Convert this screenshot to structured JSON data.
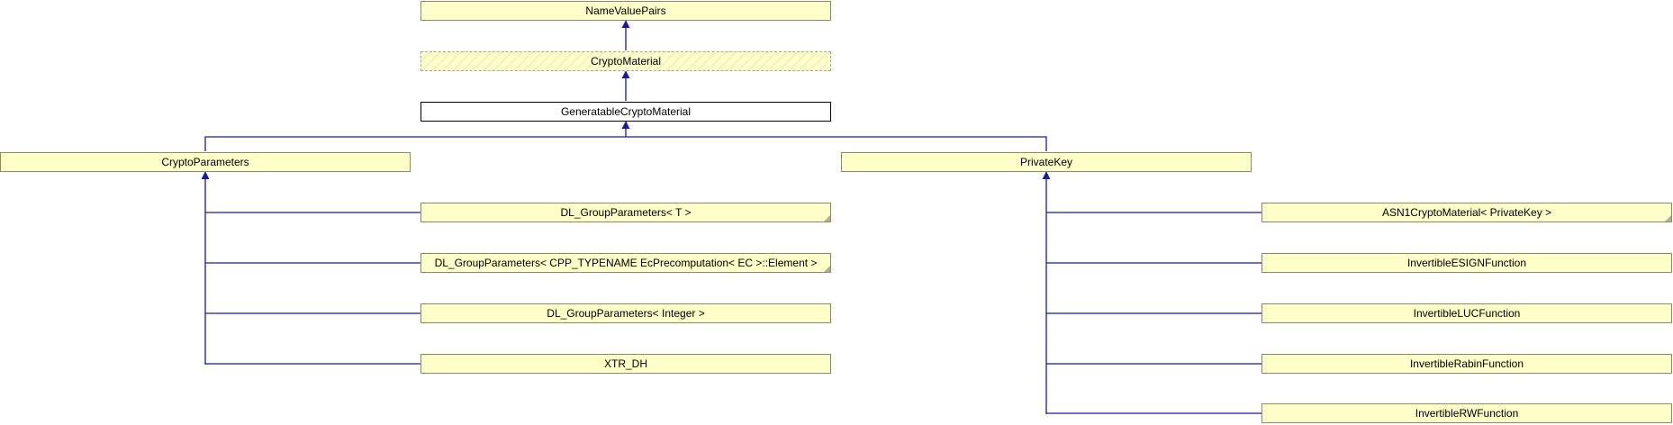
{
  "nodes": {
    "name_value_pairs": "NameValuePairs",
    "crypto_material": "CryptoMaterial",
    "generatable_crypto_material": "GeneratableCryptoMaterial",
    "crypto_parameters": "CryptoParameters",
    "private_key": "PrivateKey",
    "dl_group_parameters_t": "DL_GroupParameters< T >",
    "dl_group_parameters_ec": "DL_GroupParameters< CPP_TYPENAME EcPrecomputation< EC >::Element >",
    "dl_group_parameters_integer": "DL_GroupParameters< Integer >",
    "xtr_dh": "XTR_DH",
    "asn1_crypto_material_private_key": "ASN1CryptoMaterial< PrivateKey >",
    "invertible_esign_function": "InvertibleESIGNFunction",
    "invertible_luc_function": "InvertibleLUCFunction",
    "invertible_rabin_function": "InvertibleRabinFunction",
    "invertible_rw_function": "InvertibleRWFunction"
  },
  "colors": {
    "edge": "#1a1aa6",
    "node_fill": "#fefec8",
    "node_border": "#8c8c66"
  }
}
